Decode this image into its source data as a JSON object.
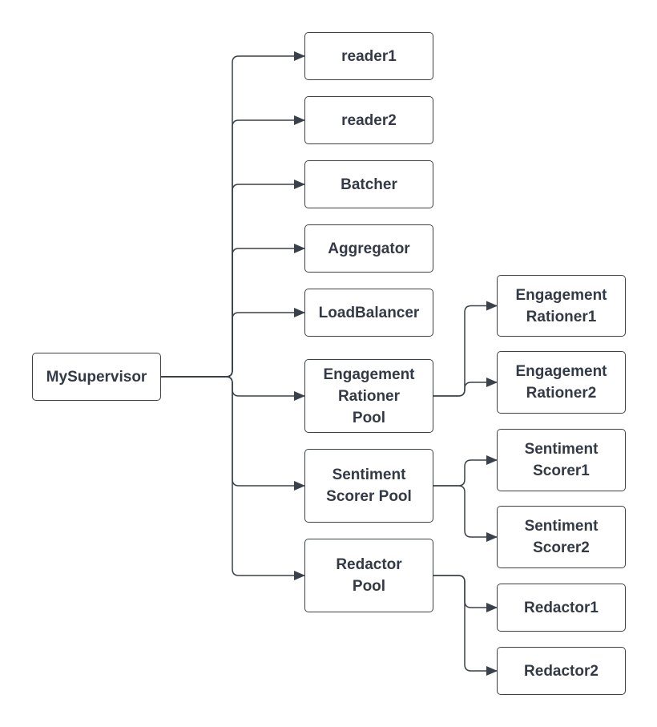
{
  "colors": {
    "stroke": "#3a414a",
    "text": "#333a46",
    "background": "#ffffff"
  },
  "nodes": {
    "root": "MySupervisor",
    "reader1": "reader1",
    "reader2": "reader2",
    "batcher": "Batcher",
    "aggregator": "Aggregator",
    "loadbalancer": "LoadBalancer",
    "engagement_pool": "Engagement\nRationer\nPool",
    "sentiment_pool": "Sentiment\nScorer Pool",
    "redactor_pool": "Redactor\nPool",
    "engagement1": "Engagement\nRationer1",
    "engagement2": "Engagement\nRationer2",
    "sentiment1": "Sentiment\nScorer1",
    "sentiment2": "Sentiment\nScorer2",
    "redactor1": "Redactor1",
    "redactor2": "Redactor2"
  },
  "edges": [
    [
      "root",
      "reader1"
    ],
    [
      "root",
      "reader2"
    ],
    [
      "root",
      "batcher"
    ],
    [
      "root",
      "aggregator"
    ],
    [
      "root",
      "loadbalancer"
    ],
    [
      "root",
      "engagement_pool"
    ],
    [
      "root",
      "sentiment_pool"
    ],
    [
      "root",
      "redactor_pool"
    ],
    [
      "engagement_pool",
      "engagement1"
    ],
    [
      "engagement_pool",
      "engagement2"
    ],
    [
      "sentiment_pool",
      "sentiment1"
    ],
    [
      "sentiment_pool",
      "sentiment2"
    ],
    [
      "redactor_pool",
      "redactor1"
    ],
    [
      "redactor_pool",
      "redactor2"
    ]
  ]
}
